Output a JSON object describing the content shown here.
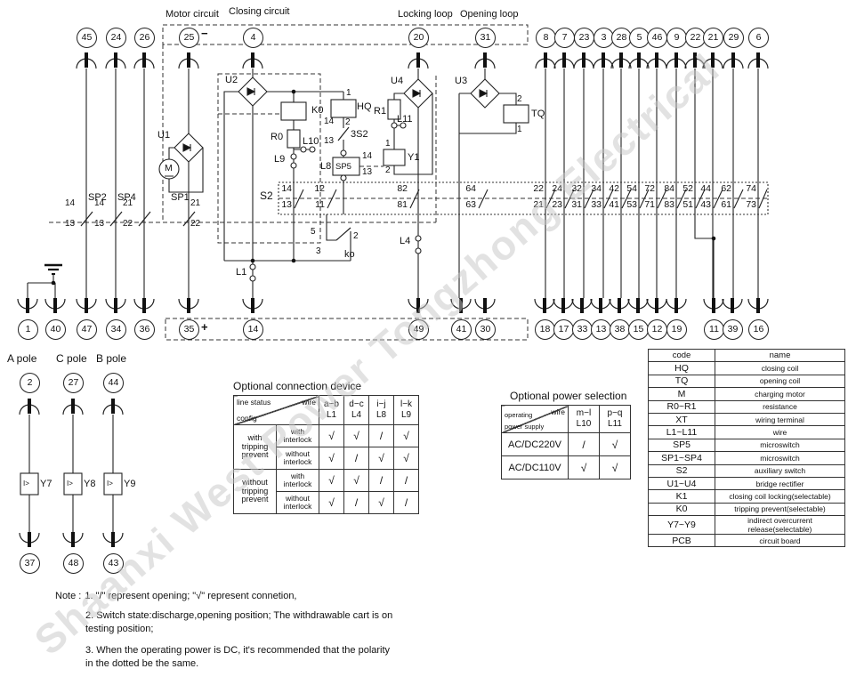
{
  "watermark": "Shaanxi West Power Tongzhong Electrical",
  "circuit_labels": {
    "motor_circuit": "Motor circuit",
    "closing_circuit": "Closing circuit",
    "locking_loop": "Locking loop",
    "opening_loop": "Opening loop",
    "minus": "−",
    "plus": "+"
  },
  "top_terminals": [
    "45",
    "24",
    "26",
    "25",
    "4",
    "20",
    "31",
    "8",
    "7",
    "23",
    "3",
    "28",
    "5",
    "46",
    "9",
    "22",
    "21",
    "29",
    "6"
  ],
  "bottom_terminals": [
    "1",
    "40",
    "47",
    "34",
    "36",
    "35",
    "14",
    "49",
    "41",
    "30",
    "18",
    "17",
    "33",
    "13",
    "38",
    "15",
    "12",
    "19",
    "11",
    "39",
    "16"
  ],
  "components": {
    "u1": "U1",
    "u2": "U2",
    "u3": "U3",
    "u4": "U4",
    "m": "M",
    "k0": "K0",
    "hq": "HQ",
    "r0": "R0",
    "r1": "R1",
    "l1": "L1",
    "l4": "L4",
    "l8": "L8",
    "l9": "L9",
    "l10": "L10",
    "l11": "L11",
    "tq": "TQ",
    "y1": "Y1",
    "s3s2": "3S2",
    "sp5": "SP5",
    "sp1": "SP1",
    "sp2": "SP2",
    "sp4": "SP4",
    "ko": "ko"
  },
  "pins": {
    "hq": [
      "1",
      "2"
    ],
    "tq": [
      "2",
      "1"
    ],
    "y1": [
      "1",
      "2"
    ],
    "s3s2": [
      "14",
      "13"
    ],
    "sp5": [
      "14",
      "13"
    ],
    "sp2": [
      "14",
      "13"
    ],
    "sp4": [
      "14",
      "13"
    ],
    "sw26": [
      "21",
      "22"
    ],
    "sp1": [
      "21",
      "22"
    ],
    "ko_contact": [
      "5",
      "2",
      "3"
    ]
  },
  "s2_strip": {
    "label": "S2",
    "pairs": [
      [
        "14",
        "13"
      ],
      [
        "12",
        "11"
      ],
      [
        "82",
        "81"
      ],
      [
        "64",
        "63"
      ],
      [
        "22",
        "21"
      ],
      [
        "24",
        "23"
      ],
      [
        "32",
        "31"
      ],
      [
        "34",
        "33"
      ],
      [
        "42",
        "41"
      ],
      [
        "54",
        "53"
      ],
      [
        "72",
        "71"
      ],
      [
        "84",
        "83"
      ],
      [
        "52",
        "51"
      ],
      [
        "44",
        "43"
      ],
      [
        "62",
        "61"
      ],
      [
        "74",
        "73"
      ]
    ]
  },
  "poles": {
    "labels": [
      "A  pole",
      "C pole",
      "B pole"
    ],
    "top": [
      "2",
      "27",
      "44"
    ],
    "releases": [
      {
        "symbol": "I>",
        "label": "Y7"
      },
      {
        "symbol": "I>",
        "label": "Y8"
      },
      {
        "symbol": "I>",
        "label": "Y9"
      }
    ],
    "bottom": [
      "37",
      "48",
      "43"
    ]
  },
  "connection_table": {
    "title": "Optional connection device",
    "corner_top": "wire",
    "corner_left": "line status",
    "corner_left2": "config",
    "columns": [
      {
        "t": "a−b",
        "b": "L1"
      },
      {
        "t": "d−c",
        "b": "L4"
      },
      {
        "t": "i−j",
        "b": "L8"
      },
      {
        "t": "l−k",
        "b": "L9"
      }
    ],
    "row_groups": [
      {
        "label": "with tripping prevent",
        "rows": [
          {
            "label": "with interlock",
            "marks": [
              "√",
              "√",
              "/",
              "√"
            ]
          },
          {
            "label": "without interlock",
            "marks": [
              "√",
              "/",
              "√",
              "√"
            ]
          }
        ]
      },
      {
        "label": "without tripping prevent",
        "rows": [
          {
            "label": "with interlock",
            "marks": [
              "√",
              "√",
              "/",
              "/"
            ]
          },
          {
            "label": "without interlock",
            "marks": [
              "√",
              "/",
              "√",
              "/"
            ]
          }
        ]
      }
    ]
  },
  "power_table": {
    "title": "Optional power selection",
    "corner_top": "wire",
    "corner_left": "operating",
    "corner_left2": "power supply",
    "columns": [
      {
        "t": "m−l",
        "b": "L10"
      },
      {
        "t": "p−q",
        "b": "L11"
      }
    ],
    "rows": [
      {
        "label": "AC/DC220V",
        "marks": [
          "/",
          "√"
        ]
      },
      {
        "label": "AC/DC110V",
        "marks": [
          "√",
          "√"
        ]
      }
    ]
  },
  "legend_table": {
    "headers": [
      "code",
      "name"
    ],
    "rows": [
      [
        "HQ",
        "closing coil"
      ],
      [
        "TQ",
        "opening coil"
      ],
      [
        "M",
        "charging motor"
      ],
      [
        "R0~R1",
        "resistance"
      ],
      [
        "XT",
        "wiring terminal"
      ],
      [
        "L1~L11",
        "wire"
      ],
      [
        "SP5",
        "microswitch"
      ],
      [
        "SP1~SP4",
        "microswitch"
      ],
      [
        "S2",
        "auxiliary switch"
      ],
      [
        "U1~U4",
        "bridge rectifier"
      ],
      [
        "K1",
        "closing coil locking(selectable)"
      ],
      [
        "K0",
        "tripping prevent(selectable)"
      ],
      [
        "Y7~Y9",
        "indirect overcurrent release(selectable)"
      ],
      [
        "PCB",
        "circuit board"
      ]
    ]
  },
  "notes": {
    "label": "Note :",
    "items": [
      "1. \"/\" represent opening; \"√\" represent connetion,",
      "2. Switch state:discharge,opening position;  The withdrawable  cart is on testing position;",
      "3. When the operating power is DC, it's recommended that the polarity in the dotted be the same."
    ]
  }
}
